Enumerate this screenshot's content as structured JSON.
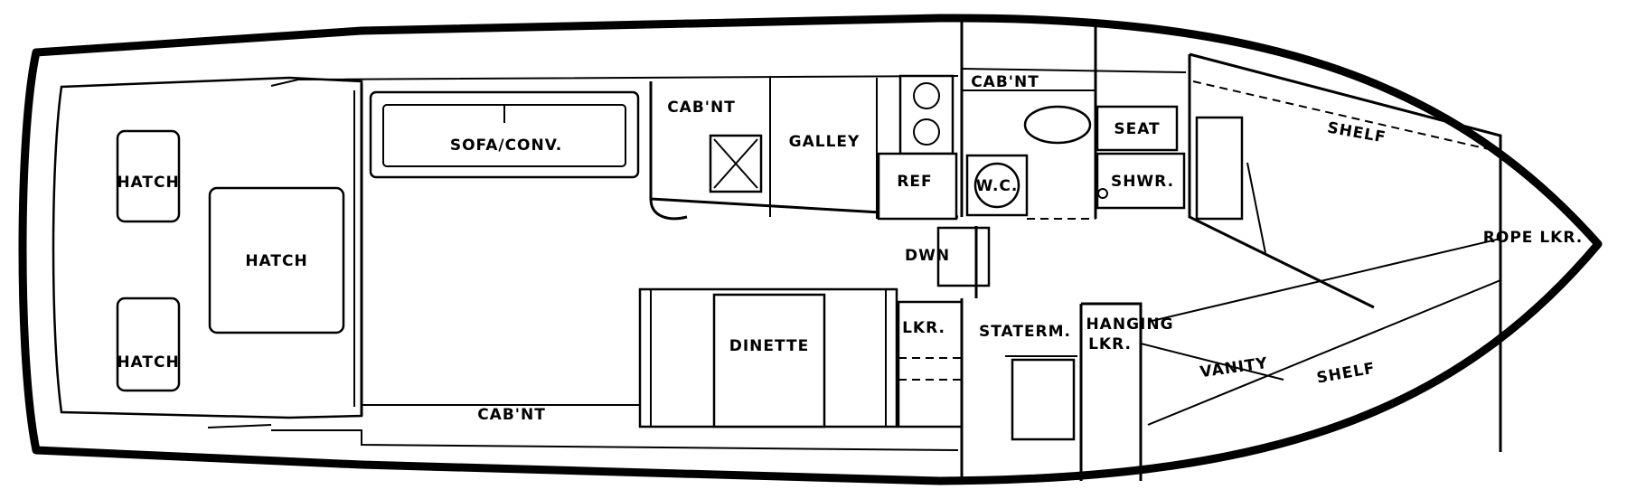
{
  "labels": {
    "hatch_top": "HATCH",
    "hatch_center": "HATCH",
    "hatch_bottom": "HATCH",
    "sofa": "SOFA/CONV.",
    "cabinet_galley": "CAB'NT",
    "galley": "GALLEY",
    "ref": "REF",
    "cabinet_head": "CAB'NT",
    "wc": "W.C.",
    "seat": "SEAT",
    "shower": "SHWR.",
    "shelf_upper": "SHELF",
    "rope_locker": "ROPE LKR.",
    "down": "DWN",
    "locker": "LKR.",
    "dinette": "DINETTE",
    "stateroom": "STATERM.",
    "hanging_locker_line1": "HANGING",
    "hanging_locker_line2": "LKR.",
    "vanity": "VANITY",
    "shelf_lower": "SHELF",
    "cabinet_aft": "CAB'NT"
  }
}
